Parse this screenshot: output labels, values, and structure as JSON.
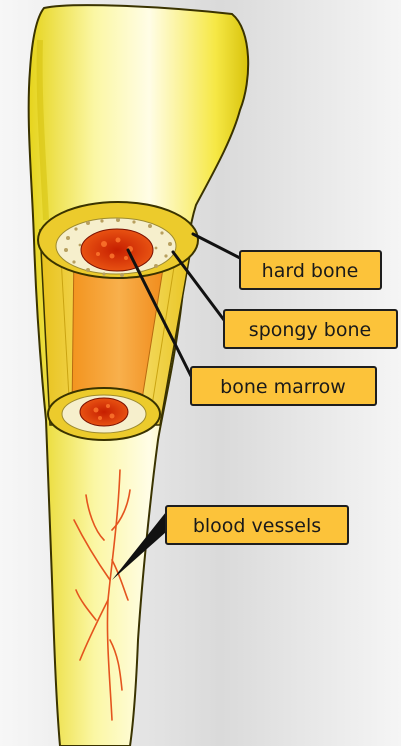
{
  "labels": {
    "hard_bone": "hard bone",
    "spongy_bone": "spongy bone",
    "bone_marrow": "bone marrow",
    "blood_vessels": "blood vessels"
  },
  "colors": {
    "background": "#ececec",
    "bone_yellow": "#f2e034",
    "bone_light": "#fffde0",
    "bone_outline": "#3a3300",
    "marrow_orange": "#f59a2a",
    "marrow_red": "#d22a05",
    "vessel": "#e4541e",
    "label_fill": "#fcc33a",
    "label_border": "#1e1e1e"
  }
}
